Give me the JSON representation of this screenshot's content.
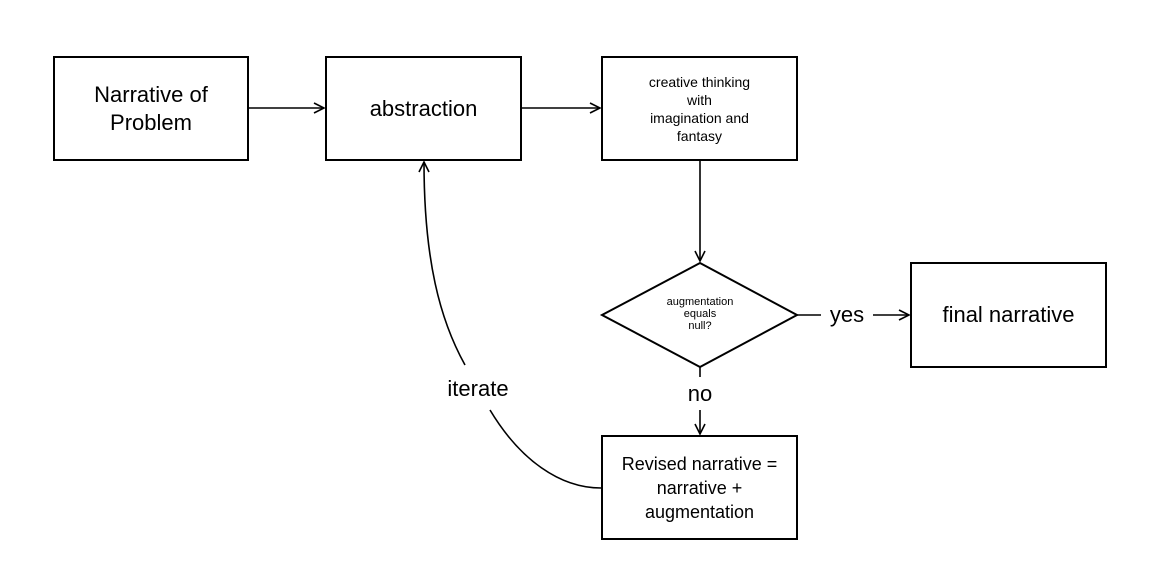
{
  "nodes": {
    "narrative_of_problem": {
      "line1": "Narrative of",
      "line2": "Problem"
    },
    "abstraction": {
      "text": "abstraction"
    },
    "creative_thinking": {
      "line1": "creative thinking",
      "line2": "with",
      "line3": "imagination and",
      "line4": "fantasy"
    },
    "decision": {
      "line1": "augmentation",
      "line2": "equals",
      "line3": "null?"
    },
    "final_narrative": {
      "text": "final narrative"
    },
    "revised_narrative": {
      "line1": "Revised narrative =",
      "line2": "narrative +",
      "line3": "augmentation"
    }
  },
  "edge_labels": {
    "yes": "yes",
    "no": "no",
    "iterate": "iterate"
  },
  "colors": {
    "stroke": "#000000",
    "background": "#ffffff"
  }
}
